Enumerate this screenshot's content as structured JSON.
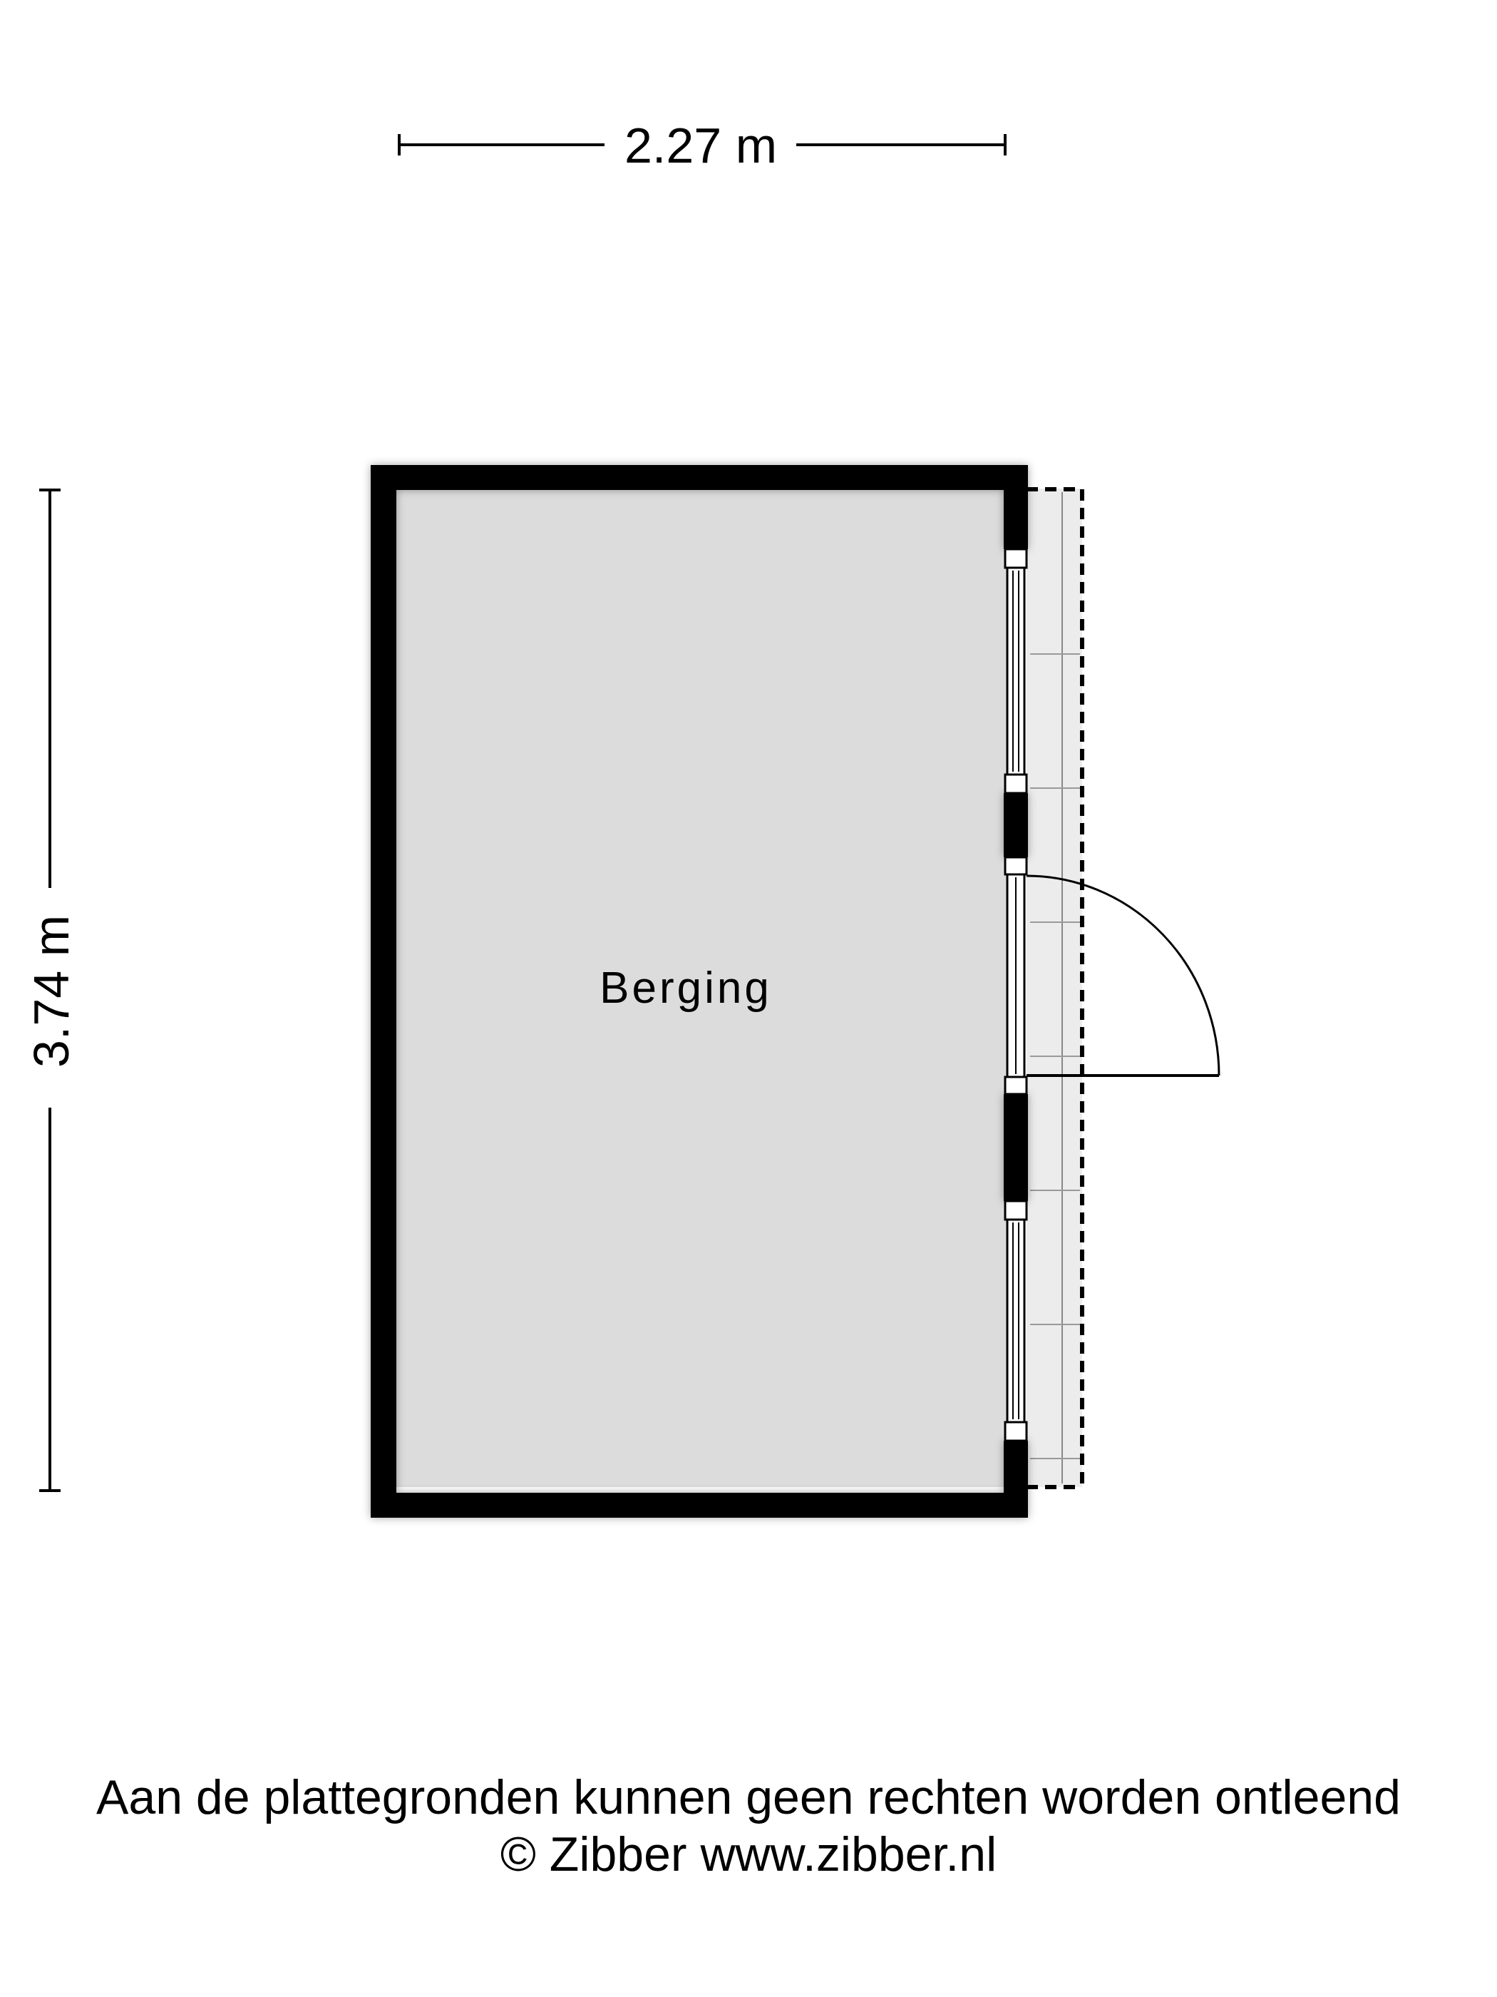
{
  "dimensions": {
    "width_label": "2.27 m",
    "height_label": "3.74 m"
  },
  "room": {
    "label": "Berging"
  },
  "footer": {
    "disclaimer": "Aan de plattegronden kunnen geen rechten worden ontleend",
    "copyright": "© Zibber www.zibber.nl"
  },
  "colors": {
    "wall": "#000000",
    "floor": "#dcdcdc",
    "background": "#ffffff"
  }
}
